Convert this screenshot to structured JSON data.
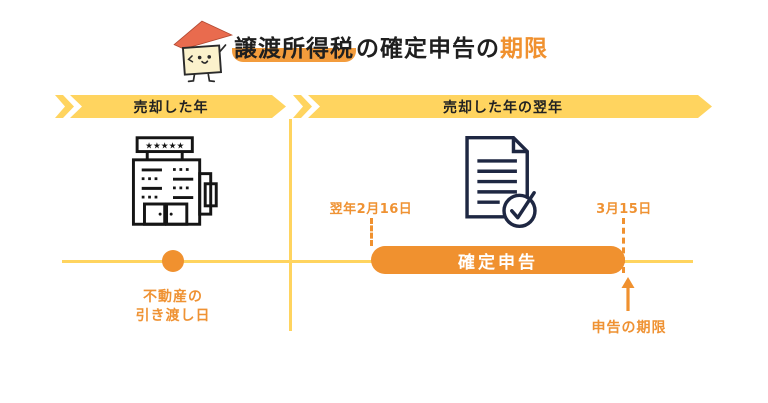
{
  "title": {
    "part_highlighted": "譲渡所得税",
    "part_plain": "の確定申告の",
    "part_accent": "期限"
  },
  "sections": {
    "left_ribbon_label": "売却した年",
    "right_ribbon_label": "売却した年の翌年"
  },
  "left_section": {
    "event_label_line1": "不動産の",
    "event_label_line2": "引き渡し日"
  },
  "right_section": {
    "start_date": "翌年2月16日",
    "end_date": "3月15日",
    "bar_label": "確定申告",
    "deadline_label": "申告の期限"
  },
  "building_sign_stars": "★★★★★",
  "icons": {
    "mascot": "house-mascot-icon",
    "building": "building-icon",
    "document": "document-check-icon",
    "arrow": "up-arrow-icon"
  },
  "colors": {
    "orange": "#F0912F",
    "orange_text": "#EF9233",
    "highlight": "#F39C3C",
    "yellow": "#FFD45F",
    "navy": "#1E2742",
    "ink": "#1F1F1F",
    "white": "#FFFFFF"
  }
}
